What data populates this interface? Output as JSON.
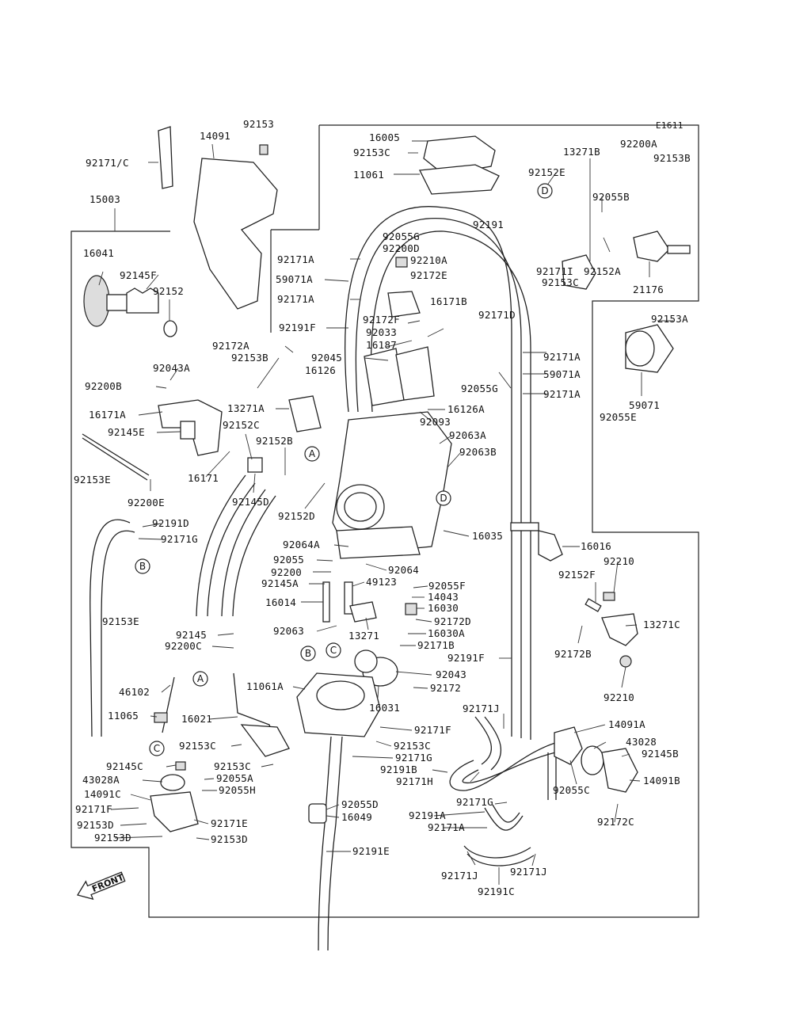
{
  "diagram_code": "E1611",
  "front_label": "FRONT",
  "callouts": [
    "A",
    "B",
    "C",
    "D"
  ],
  "part_labels": [
    "92153",
    "14091",
    "92171/C",
    "15003",
    "16005",
    "92153C",
    "11061",
    "13271B",
    "92200A",
    "92153B",
    "92152E",
    "92055B",
    "92191",
    "16041",
    "92145F",
    "92152",
    "92055G",
    "92200D",
    "92171A",
    "92210A",
    "59071A",
    "92172E",
    "92171A",
    "16171B",
    "92171I",
    "92152A",
    "92153C",
    "21176",
    "92191F",
    "92172F",
    "92033",
    "92171D",
    "92172A",
    "92153B",
    "92045",
    "16187",
    "92171A",
    "59071A",
    "92153A",
    "92043A",
    "16126",
    "92200B",
    "92055G",
    "92171A",
    "59071",
    "16171A",
    "13271A",
    "16126A",
    "92055E",
    "92145E",
    "92152C",
    "92093",
    "92063A",
    "92152B",
    "92063B",
    "92153E",
    "16171",
    "92200E",
    "92145D",
    "92152D",
    "92191D",
    "92171G",
    "16035",
    "16016",
    "92064A",
    "92055",
    "92064",
    "92210",
    "92200",
    "92145A",
    "49123",
    "92152F",
    "16014",
    "92055F",
    "14043",
    "16030",
    "92153E",
    "92172D",
    "13271C",
    "92063",
    "13271",
    "16030A",
    "92145",
    "92200C",
    "92171B",
    "92172B",
    "92191F",
    "92043",
    "11061A",
    "92172",
    "92210",
    "46102",
    "16031",
    "11065",
    "16021",
    "92171J",
    "14091A",
    "92171F",
    "43028",
    "92153C",
    "92153C",
    "92145B",
    "92171G",
    "92191B",
    "92145C",
    "92153C",
    "92171H",
    "43028A",
    "92055A",
    "14091B",
    "92055C",
    "92055H",
    "14091C",
    "92171G",
    "92171F",
    "92055D",
    "16049",
    "92191A",
    "92172C",
    "92153D",
    "92171E",
    "92171A",
    "92153D",
    "92153D",
    "92191E",
    "92171J",
    "92171J",
    "92191C"
  ]
}
